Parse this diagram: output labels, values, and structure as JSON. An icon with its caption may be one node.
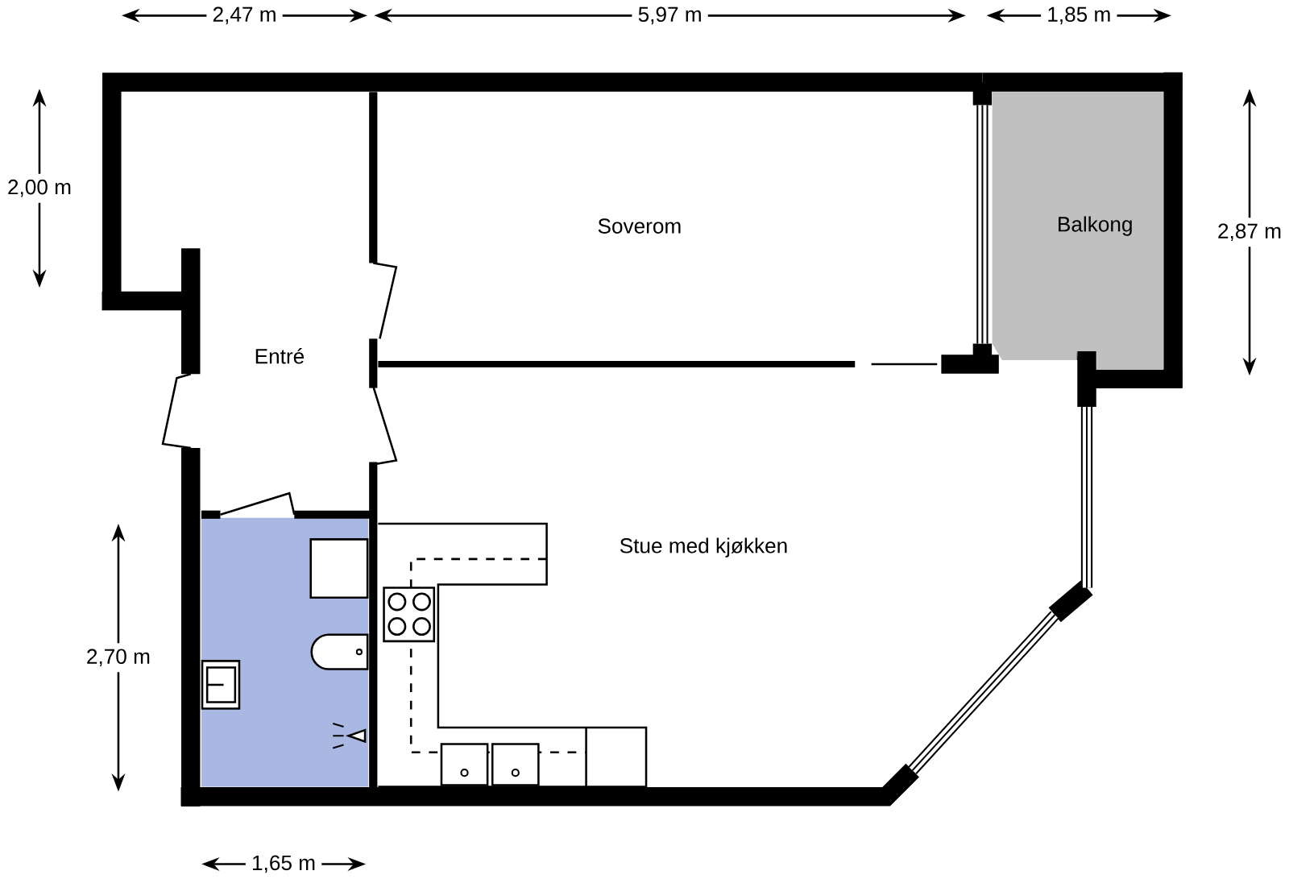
{
  "diagram": {
    "nodes": [
      {
        "text": [
          "Soverom"
        ]
      },
      {
        "text": [
          "Balkong"
        ]
      },
      {
        "text": [
          "Entré"
        ]
      },
      {
        "text": [
          "Stue med kjøkken"
        ]
      }
    ],
    "labels": [
      "2,47 m",
      "5,97 m",
      "1,85 m",
      "2,00 m",
      "2,87 m",
      "2,70 m",
      "1,65 m"
    ]
  }
}
